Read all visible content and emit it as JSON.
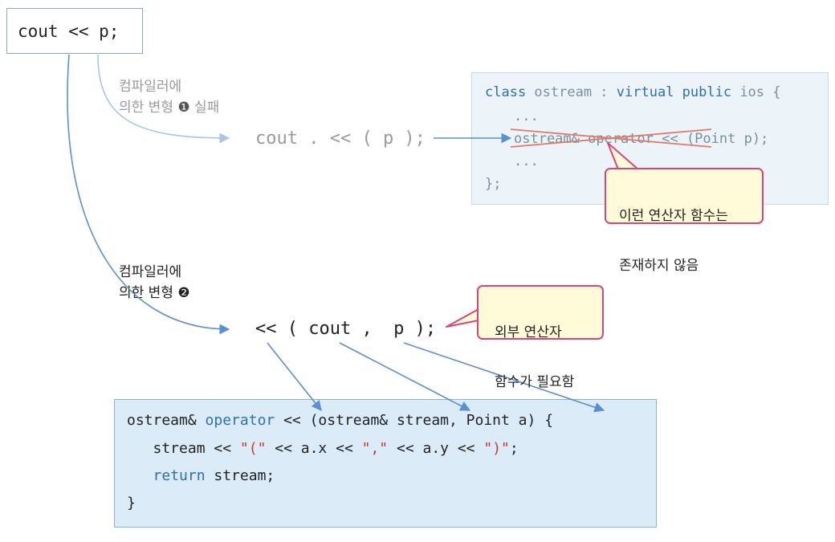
{
  "statement": "cout << p;",
  "transform1": {
    "note_line1": "컴파일러에",
    "note_line2": "의한 변형",
    "marker": "❶",
    "note_suffix": "실패",
    "expression": "cout . << ( p );"
  },
  "class_box": {
    "line1_kw1": "class",
    "line1_mid": " ostream : ",
    "line1_kw2": "virtual public",
    "line1_end": " ios {",
    "ellipsis1": "...",
    "struck_text": "ostream& operator <<",
    "op_rest": " (Point p);",
    "ellipsis2": "...",
    "closing": "};"
  },
  "callout1": {
    "line1": "이런 연산자 함수는",
    "line2": "존재하지 않음"
  },
  "transform2": {
    "note_line1": "컴파일러에",
    "note_line2": "의한 변형",
    "marker": "❷",
    "expression": "<< ( cout ,  p );"
  },
  "callout2": {
    "line1": "외부 연산자",
    "line2": "함수가 필요함"
  },
  "function_code": {
    "line1_pre": "ostream& ",
    "line1_kw": "operator",
    "line1_post": " << (ostream& stream, Point a) {",
    "line2_pre": "   stream << ",
    "line2_s1": "\"(\"",
    "line2_m1": " << a.x << ",
    "line2_s2": "\",\"",
    "line2_m2": " << a.y << ",
    "line2_s3": "\")\"",
    "line2_end": ";",
    "line3_indent": "   ",
    "line3_kw": "return",
    "line3_post": " stream;",
    "line4": "}"
  },
  "colors": {
    "arrow_blue": "#5b8fcf",
    "arrow_light": "#a9c4e6",
    "strike": "#e07a6a",
    "bubble_border": "#d9457a",
    "bubble_fill": "#fffbd9",
    "keyword": "#2e6fb4",
    "string": "#c0392b"
  }
}
